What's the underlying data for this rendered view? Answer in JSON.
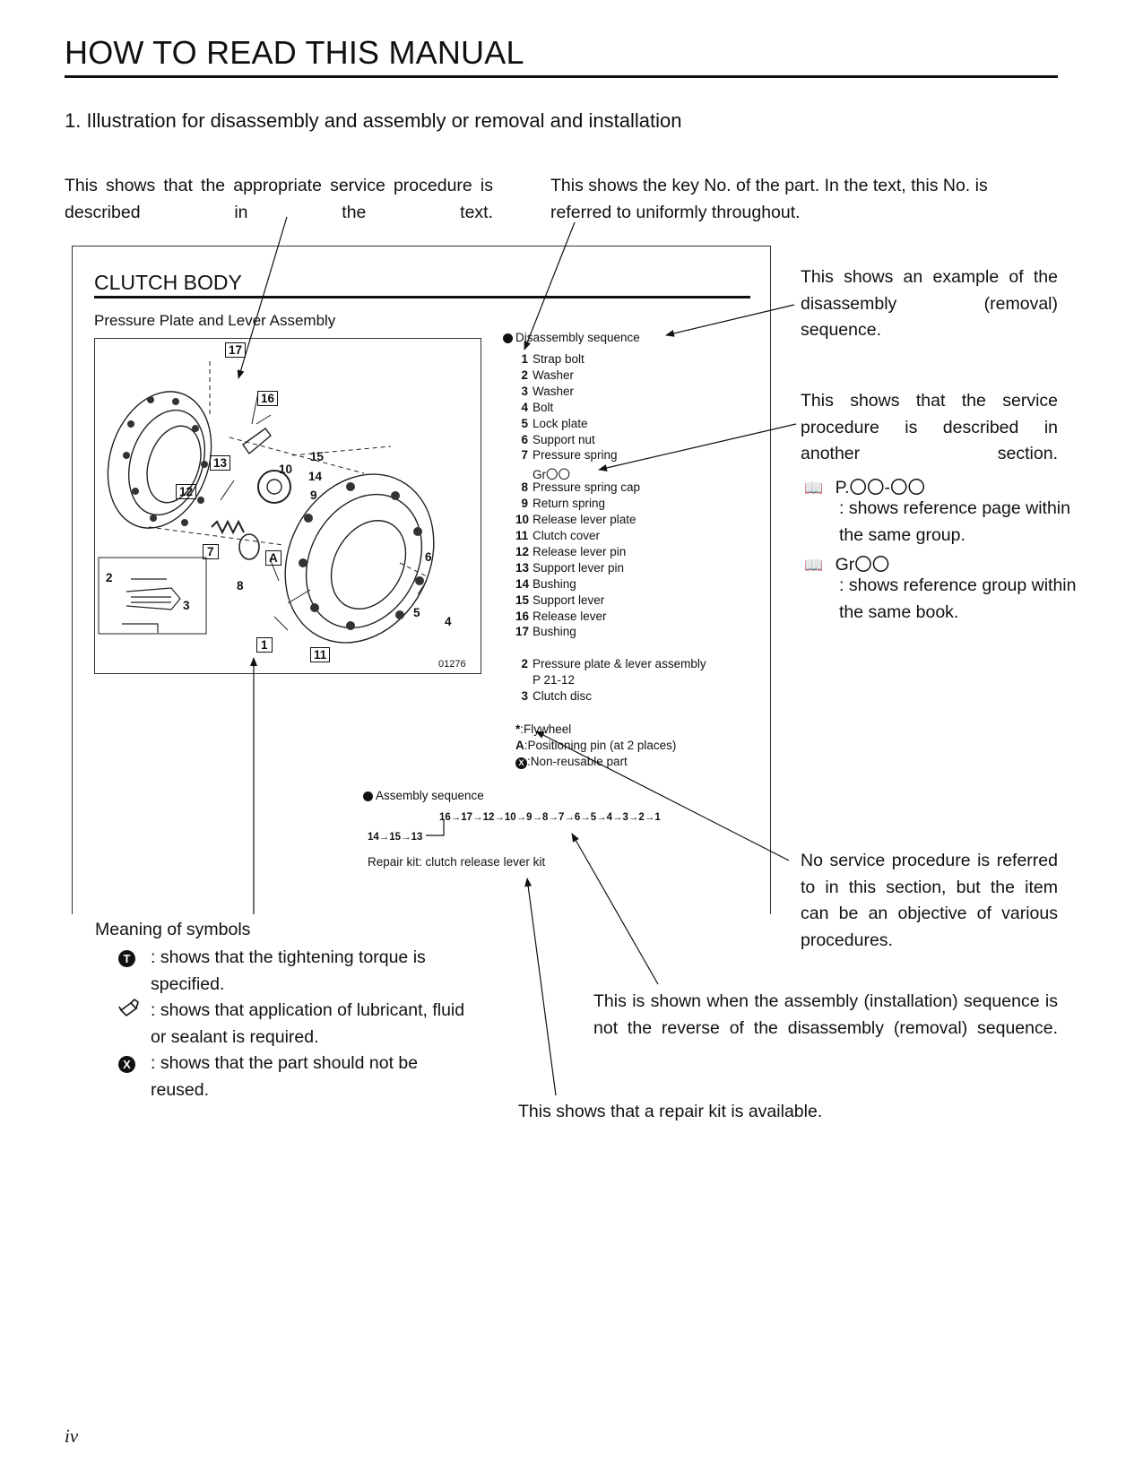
{
  "header": {
    "title": "HOW TO READ THIS MANUAL",
    "section_heading": "1.   Illustration for disassembly and assembly or removal and installation"
  },
  "notes": {
    "service_procedure": "This shows that the appropriate service procedure is described in the text.",
    "key_no": "This shows the key No. of the part. In the text, this No. is referred to uniformly throughout.",
    "disassembly_example": "This shows an example of the disassembly (removal) sequence.",
    "other_section": "This shows that the service procedure is described in another section.",
    "ref_page_label": "P.〇〇-〇〇",
    "ref_page_desc": ": shows reference page within the same group.",
    "ref_group_label": "Gr〇〇",
    "ref_group_desc": ": shows reference group within the same book.",
    "no_service": "No service procedure is referred to in this section, but the item can be an objective of various procedures.",
    "assembly_sequence": "This is shown when the assembly (installation) sequence is not the reverse of the disassembly (removal) sequence.",
    "repair_kit": "This shows that a repair kit is available."
  },
  "symbols": {
    "title": "Meaning of symbols",
    "items": [
      {
        "icon": "T",
        "text": ": shows that the tightening torque is specified."
      },
      {
        "icon": "lubricant-can-icon",
        "text": ": shows that application of lubricant, fluid or sealant is required."
      },
      {
        "icon": "X",
        "text": ": shows that the part should not be reused."
      }
    ]
  },
  "sample": {
    "title": "CLUTCH BODY",
    "subtitle": "Pressure Plate and Lever Assembly",
    "figure_code": "01276",
    "disassembly_heading": "Disassembly sequence",
    "disassembly_items": [
      {
        "num": "1",
        "label": "Strap bolt"
      },
      {
        "num": "2",
        "label": "Washer"
      },
      {
        "num": "3",
        "label": "Washer"
      },
      {
        "num": "4",
        "label": "Bolt"
      },
      {
        "num": "5",
        "label": "Lock plate"
      },
      {
        "num": "6",
        "label": "Support nut"
      },
      {
        "num": "7",
        "label": "Pressure spring"
      },
      {
        "num": "",
        "label": "Gr〇〇"
      },
      {
        "num": "8",
        "label": "Pressure spring cap"
      },
      {
        "num": "9",
        "label": "Return spring"
      },
      {
        "num": "10",
        "label": "Release lever plate"
      },
      {
        "num": "11",
        "label": "Clutch cover"
      },
      {
        "num": "12",
        "label": "Release lever pin"
      },
      {
        "num": "13",
        "label": "Support lever pin"
      },
      {
        "num": "14",
        "label": "Bushing"
      },
      {
        "num": "15",
        "label": "Support lever"
      },
      {
        "num": "16",
        "label": "Release lever"
      },
      {
        "num": "17",
        "label": "Bushing"
      }
    ],
    "extra_items": [
      {
        "num": "2",
        "label": "Pressure plate & lever assembly"
      },
      {
        "num": "",
        "label": "P 21-12"
      },
      {
        "num": "3",
        "label": "Clutch disc"
      }
    ],
    "legend": [
      {
        "mark": "*",
        "label": ":Flywheel"
      },
      {
        "mark": "A",
        "label": ":Positioning pin (at 2 places)"
      },
      {
        "mark": "X",
        "label": ":Non-reusable part"
      }
    ],
    "assembly_heading": "Assembly sequence",
    "assembly_line1": "16→17→12→10→9→8→7→6→5→4→3→2→1",
    "assembly_line2": "14→15→13",
    "repair_kit_text": "Repair kit: clutch release lever kit",
    "callouts": [
      "17",
      "16",
      "13",
      "12",
      "7",
      "A",
      "1",
      "11"
    ],
    "plain_numbers": [
      "10",
      "15",
      "14",
      "9",
      "8",
      "6",
      "5",
      "4",
      "2",
      "3"
    ]
  },
  "footer": {
    "page_number": "iv"
  }
}
